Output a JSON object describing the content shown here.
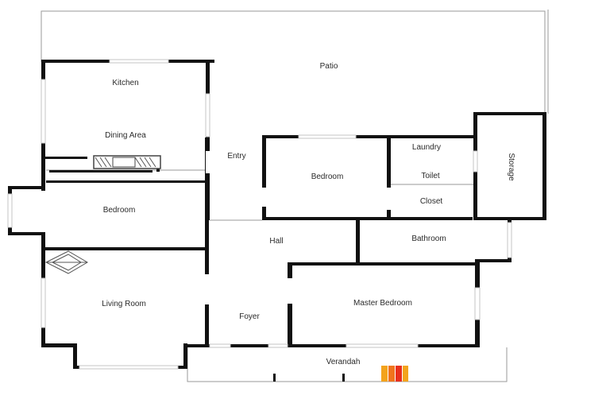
{
  "floorplan": {
    "rooms": {
      "patio": "Patio",
      "kitchen": "Kitchen",
      "dining": "Dining Area",
      "entry": "Entry",
      "bedroom_center": "Bedroom",
      "laundry": "Laundry",
      "toilet": "Toilet",
      "closet": "Closet",
      "storage": "Storage",
      "bedroom_left": "Bedroom",
      "hall": "Hall",
      "bathroom": "Bathroom",
      "living": "Living Room",
      "master": "Master Bedroom",
      "foyer": "Foyer",
      "verandah": "Verandah"
    },
    "colors": {
      "wall": "#111111",
      "thin_line": "#9a9a9a",
      "window": "#c4c4c4",
      "logo_orange": "#f3a31c",
      "logo_red": "#e8301c"
    }
  }
}
